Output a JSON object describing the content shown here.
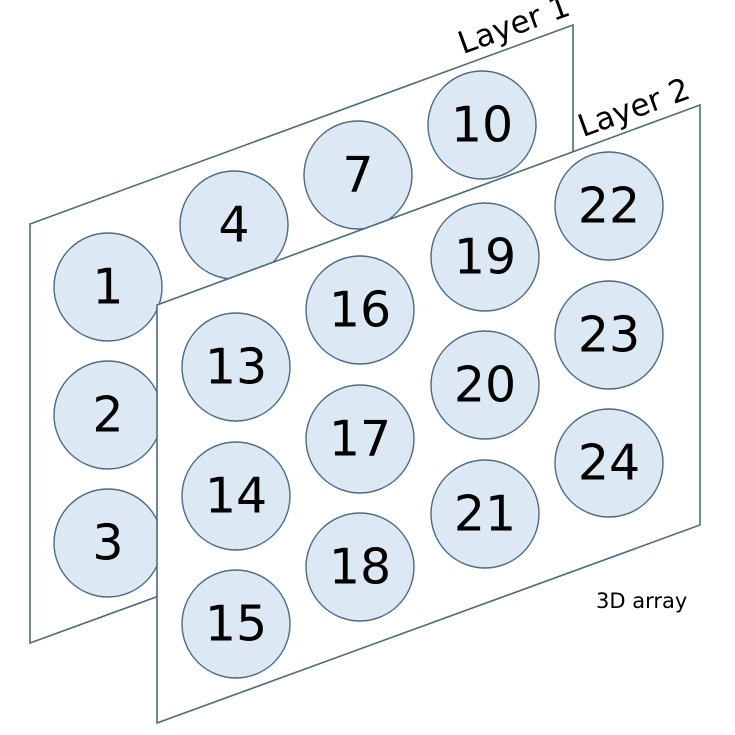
{
  "diagram": {
    "caption": "3D array",
    "colors": {
      "panel_fill": "#ffffff",
      "outline": "#4b6b82",
      "cell_fill": "#dde8f5",
      "text": "#000000"
    },
    "layers": [
      {
        "title": "Layer 1",
        "cells": [
          "1",
          "2",
          "3",
          "4",
          "7",
          "10"
        ]
      },
      {
        "title": "Layer 2",
        "cells": [
          "13",
          "14",
          "15",
          "16",
          "17",
          "18",
          "19",
          "20",
          "21",
          "22",
          "23",
          "24"
        ]
      }
    ]
  }
}
